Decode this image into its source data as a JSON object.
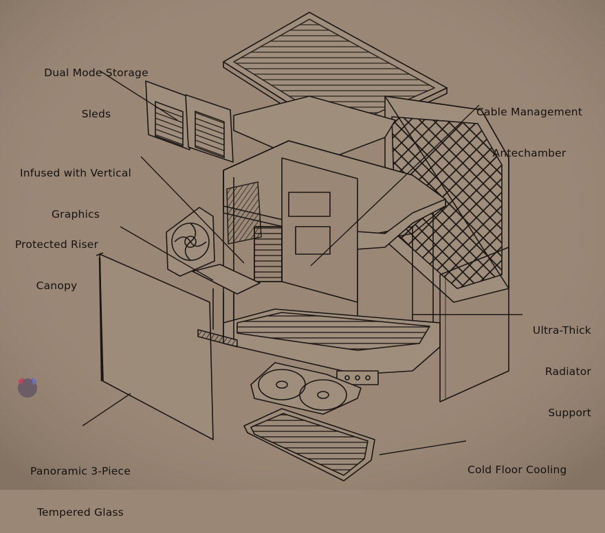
{
  "callouts": [
    {
      "id": "storage",
      "line1": "Dual Mode Storage",
      "line2": "Sleds"
    },
    {
      "id": "graphics",
      "line1": "Infused with Vertical",
      "line2": "Graphics"
    },
    {
      "id": "riser",
      "line1": "Protected Riser",
      "line2": "Canopy"
    },
    {
      "id": "glass",
      "line1": "Panoramic 3-Piece",
      "line2": "Tempered Glass"
    },
    {
      "id": "cable",
      "line1": "Cable Management",
      "line2": "Antechamber"
    },
    {
      "id": "radiator",
      "line1": "Ultra-Thick",
      "line2": "Radiator",
      "line3": "Support"
    },
    {
      "id": "floor",
      "line1": "Cold Floor Cooling"
    }
  ],
  "colors": {
    "background": "#9a8776",
    "ink": "#1a1714"
  }
}
